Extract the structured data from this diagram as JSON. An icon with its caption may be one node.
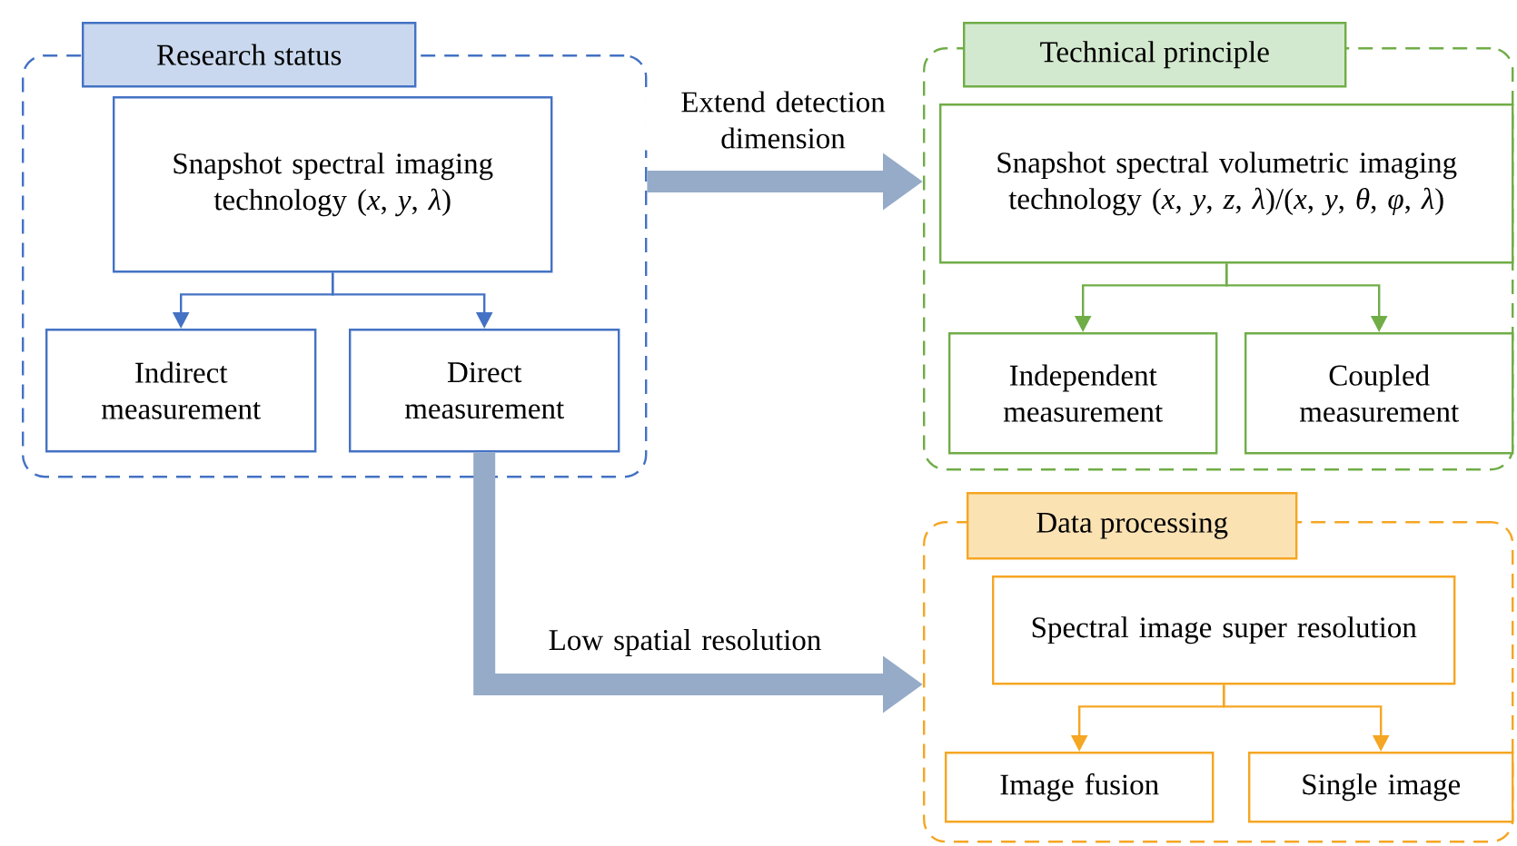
{
  "diagram": {
    "nodes": [
      {
        "text": [
          "Research status"
        ]
      },
      {
        "text": [
          "Snapshot spectral imaging technology (*x*, *y*, *λ*)"
        ],
        "in": 0
      },
      {
        "text": [
          "Indirect measurement"
        ],
        "in": 0
      },
      {
        "text": [
          "Direct measurement"
        ],
        "in": 0
      },
      {
        "text": [
          "Technical principle"
        ]
      },
      {
        "text": [
          "Snapshot spectral volumetric imaging technology (*x*, *y*, *z*, *λ*)/(*x*, *y*, *θ*, *φ*, *λ*)"
        ],
        "in": 4
      },
      {
        "text": [
          "Independent measurement"
        ],
        "in": 4
      },
      {
        "text": [
          "Coupled measurement"
        ],
        "in": 4
      },
      {
        "text": [
          "Data processing"
        ]
      },
      {
        "text": [
          "Spectral image super resolution"
        ],
        "in": 8
      },
      {
        "text": [
          "Image fusion"
        ],
        "in": 8
      },
      {
        "text": [
          "Single image"
        ],
        "in": 8
      }
    ],
    "edges": [
      {
        "from": 1,
        "to": 2,
        "arrow": "to",
        "color": "#4472c4"
      },
      {
        "from": 1,
        "to": 3,
        "arrow": "to",
        "color": "#4472c4"
      },
      {
        "from": 5,
        "to": 6,
        "arrow": "to",
        "color": "#70ad47"
      },
      {
        "from": 5,
        "to": 7,
        "arrow": "to",
        "color": "#70ad47"
      },
      {
        "from": 9,
        "to": 10,
        "arrow": "to",
        "color": "#f5a623"
      },
      {
        "from": 9,
        "to": 11,
        "arrow": "to",
        "color": "#f5a623"
      },
      {
        "from": 0,
        "to": 4,
        "arrow": "to",
        "label": "Extend detection dimension",
        "style": "thick",
        "color": "#95abc8"
      },
      {
        "from": 3,
        "to": 8,
        "arrow": "to",
        "label": "Low spatial resolution",
        "style": "thick",
        "color": "#95abc8"
      }
    ]
  }
}
